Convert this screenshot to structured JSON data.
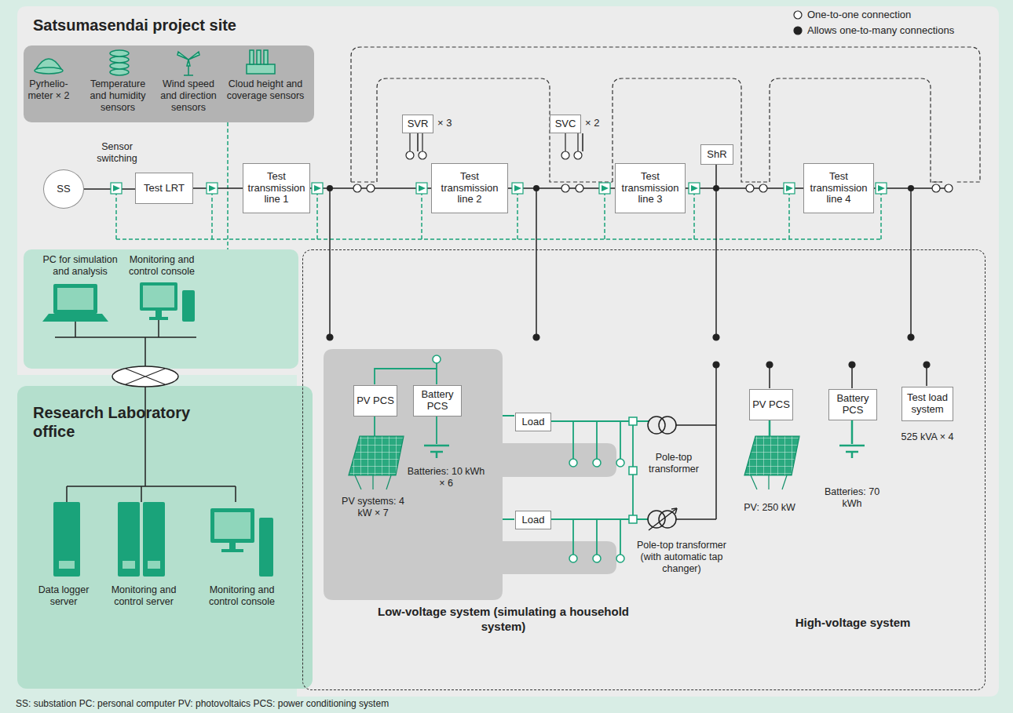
{
  "diagram": {
    "caption": "SS: substation PC: personal computer PV: photovoltaics PCS: power conditioning system",
    "nodes": [
      {
        "text": [
          "Satsumasendai project site"
        ]
      },
      {
        "text": [
          "SS"
        ],
        "in": 0
      },
      {
        "text": [
          "Test LRT"
        ],
        "in": 0
      },
      {
        "text": [
          "Test transmission line 1"
        ],
        "in": 0
      },
      {
        "text": [
          "Test transmission line 2"
        ],
        "in": 0
      },
      {
        "text": [
          "Test transmission line 3"
        ],
        "in": 0
      },
      {
        "text": [
          "Test transmission line 4"
        ],
        "in": 0
      },
      {
        "text": [
          "SVR",
          "× 3"
        ],
        "in": 0
      },
      {
        "text": [
          "SVC",
          "× 2"
        ],
        "in": 0
      },
      {
        "text": [
          "ShR"
        ],
        "in": 0
      },
      {
        "text": [
          "Research Laboratory office"
        ]
      },
      {
        "text": [
          "Low-voltage system (simulating a household system)",
          "High-voltage system"
        ],
        "in": 0
      },
      {
        "text": [
          "PV PCS"
        ],
        "in": 11
      },
      {
        "text": [
          "Battery PCS"
        ],
        "in": 11
      },
      {
        "text": [
          "Load"
        ],
        "in": 11
      },
      {
        "text": [
          "Load"
        ],
        "in": 11
      },
      {
        "text": [
          "PV PCS"
        ],
        "in": 11
      },
      {
        "text": [
          "Battery PCS"
        ],
        "in": 11
      },
      {
        "text": [
          "Test load system"
        ],
        "in": 11
      }
    ],
    "edges": [
      {
        "from": 1,
        "to": 2,
        "arrow": "none"
      },
      {
        "from": 2,
        "to": 3,
        "arrow": "none"
      },
      {
        "from": 3,
        "to": 4,
        "arrow": "none"
      },
      {
        "from": 4,
        "to": 5,
        "arrow": "none"
      },
      {
        "from": 5,
        "to": 6,
        "arrow": "none"
      }
    ],
    "labels": [
      "Pyrhelio- meter × 2",
      "Temperature and humidity sensors",
      "Wind speed and direction sensors",
      "Cloud height and coverage sensors",
      "Sensor switching",
      "PC for simulation and analysis",
      "Monitoring and control console",
      "Data logger server",
      "Monitoring and control server",
      "Monitoring and control console",
      "PV systems: 4 kW × 7",
      "Batteries: 10 kWh × 6",
      "Pole-top transformer",
      "Pole-top transformer (with automatic tap changer)",
      "PV: 250 kW",
      "Batteries: 70 kWh",
      "525 kVA × 4"
    ],
    "legend": [
      {
        "text": "One-to-one connection"
      },
      {
        "text": "Allows one-to-many connections"
      }
    ]
  }
}
